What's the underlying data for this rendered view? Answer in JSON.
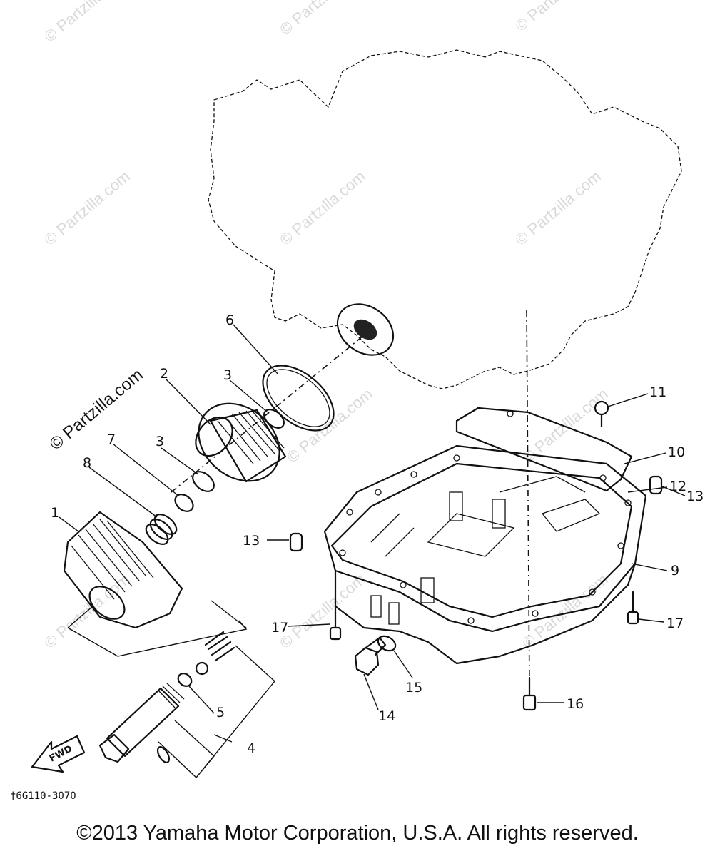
{
  "watermark_text": "© Partzilla.com",
  "callouts": {
    "c1": "1",
    "c2": "2",
    "c3a": "3",
    "c3b": "3",
    "c4": "4",
    "c5": "5",
    "c6": "6",
    "c7": "7",
    "c8": "8",
    "c9": "9",
    "c10": "10",
    "c11": "11",
    "c12": "12",
    "c13a": "13",
    "c13b": "13",
    "c14": "14",
    "c15": "15",
    "c16": "16",
    "c17a": "17",
    "c17b": "17"
  },
  "fwd_label": "FWD",
  "drawing_code": "†6G110-3070",
  "copyright": "©2013 Yamaha Motor Corporation, U.S.A. All rights reserved."
}
